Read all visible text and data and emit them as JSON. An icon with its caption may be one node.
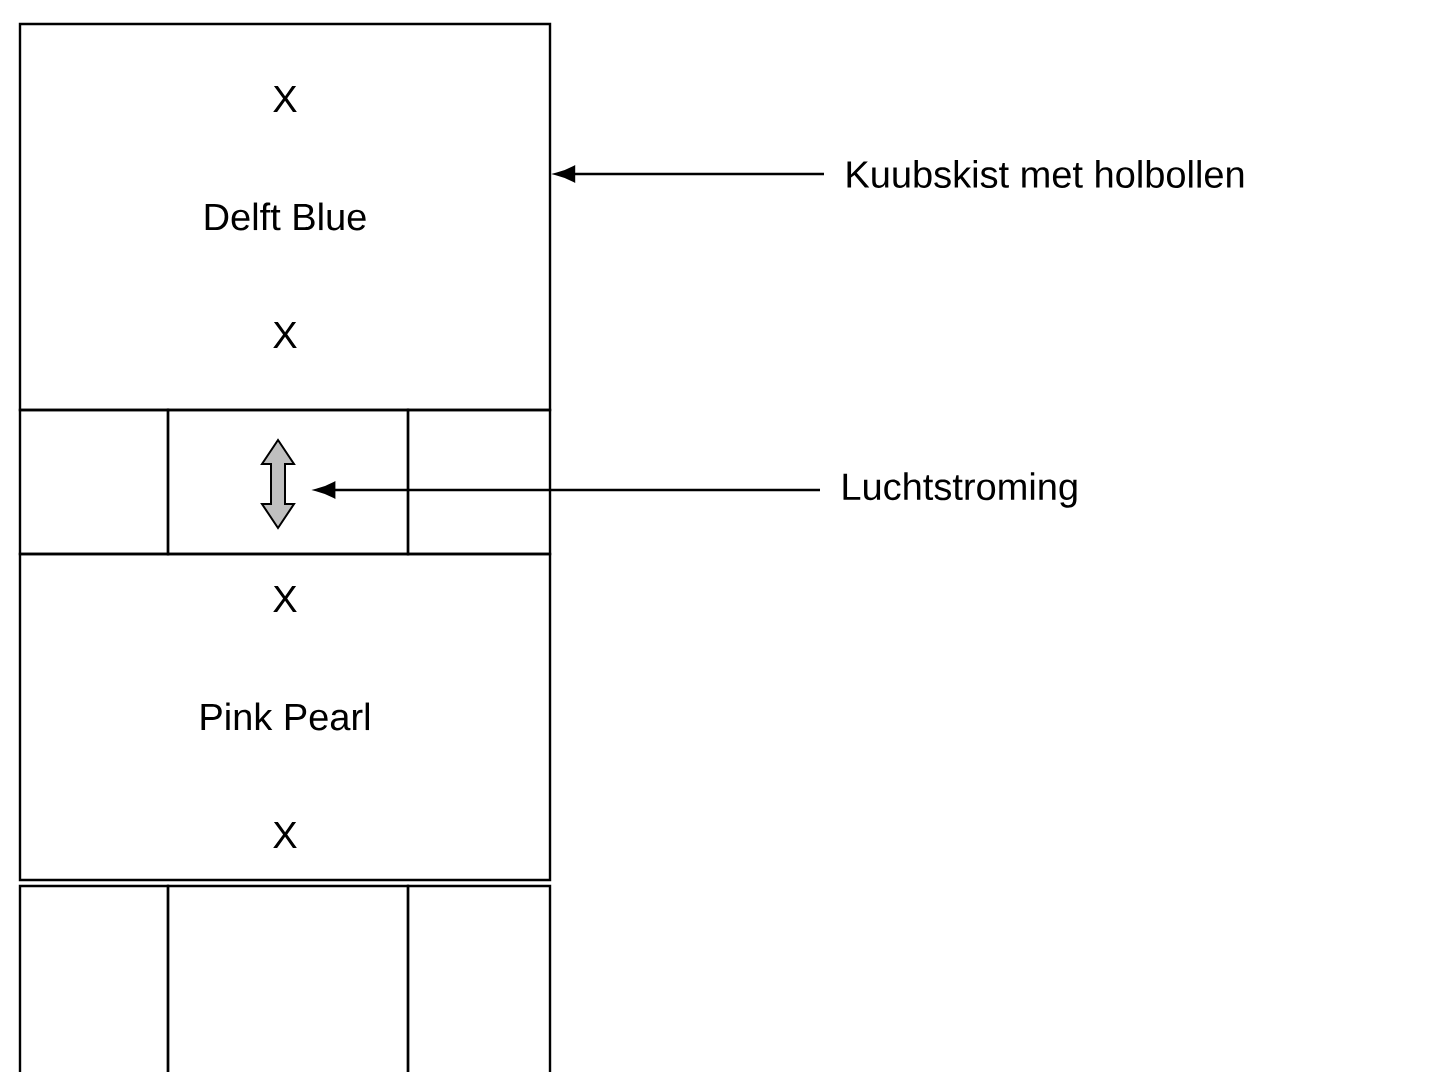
{
  "diagram": {
    "nodes": [
      {
        "text": [
          "X",
          "Delft Blue",
          "X"
        ]
      },
      {
        "text": [],
        "shape": "box"
      },
      {
        "text": [],
        "shape": "box"
      },
      {
        "text": [],
        "shape": "box"
      },
      {
        "text": [
          "X",
          "Pink Pearl",
          "X"
        ]
      },
      {
        "text": [],
        "shape": "box"
      },
      {
        "text": [],
        "shape": "box"
      },
      {
        "text": [],
        "shape": "box"
      },
      {
        "text": [
          "Kuubskist met holbollen"
        ]
      },
      {
        "text": [
          "Luchtstroming"
        ]
      },
      {
        "text": [],
        "shape": "picture",
        "in": 2
      }
    ],
    "edges": [
      {
        "from": 8,
        "to": 0,
        "arrow": "to"
      },
      {
        "from": 9,
        "to": 10,
        "arrow": "to"
      }
    ]
  }
}
